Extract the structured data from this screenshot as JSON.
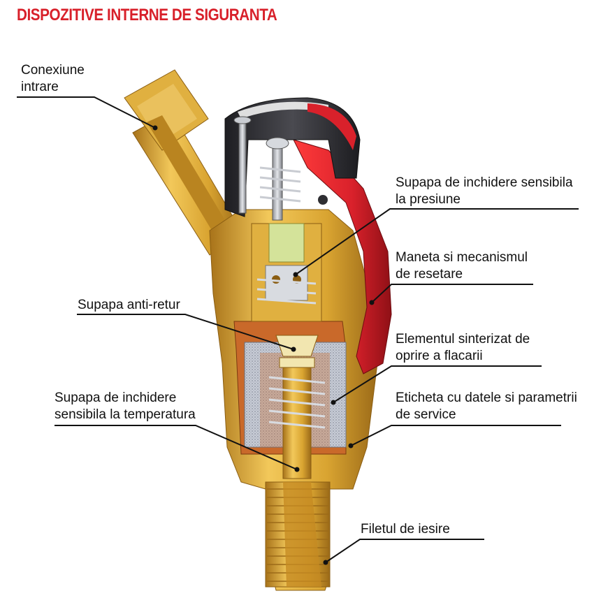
{
  "title": "DISPOZITIVE INTERNE DE SIGURANTA",
  "labels": {
    "inlet": {
      "line1": "Conexiune",
      "line2": "intrare"
    },
    "pressure_valve": {
      "line1": "Supapa de inchidere sensibila",
      "line2": "la presiune"
    },
    "reset_lever": {
      "line1": "Maneta si mecanismul",
      "line2": "de resetare"
    },
    "check_valve": {
      "line1": "Supapa anti-retur"
    },
    "flame_arrester": {
      "line1": "Elementul sinterizat de",
      "line2": "oprire a flacarii"
    },
    "service_label": {
      "line1": "Eticheta cu datele si parametrii",
      "line2": "de service"
    },
    "thermal_valve": {
      "line1": "Supapa de inchidere",
      "line2": "sensibila la temperatura"
    },
    "outlet_thread": {
      "line1": "Filetul de iesire"
    }
  },
  "colors": {
    "title": "#d8202a",
    "brass": "#d9a431",
    "brass_dark": "#a8731a",
    "copper": "#c9692a",
    "red_lever": "#d9212b",
    "steel": "#b9bcc2",
    "cap": "#2e2e32"
  }
}
